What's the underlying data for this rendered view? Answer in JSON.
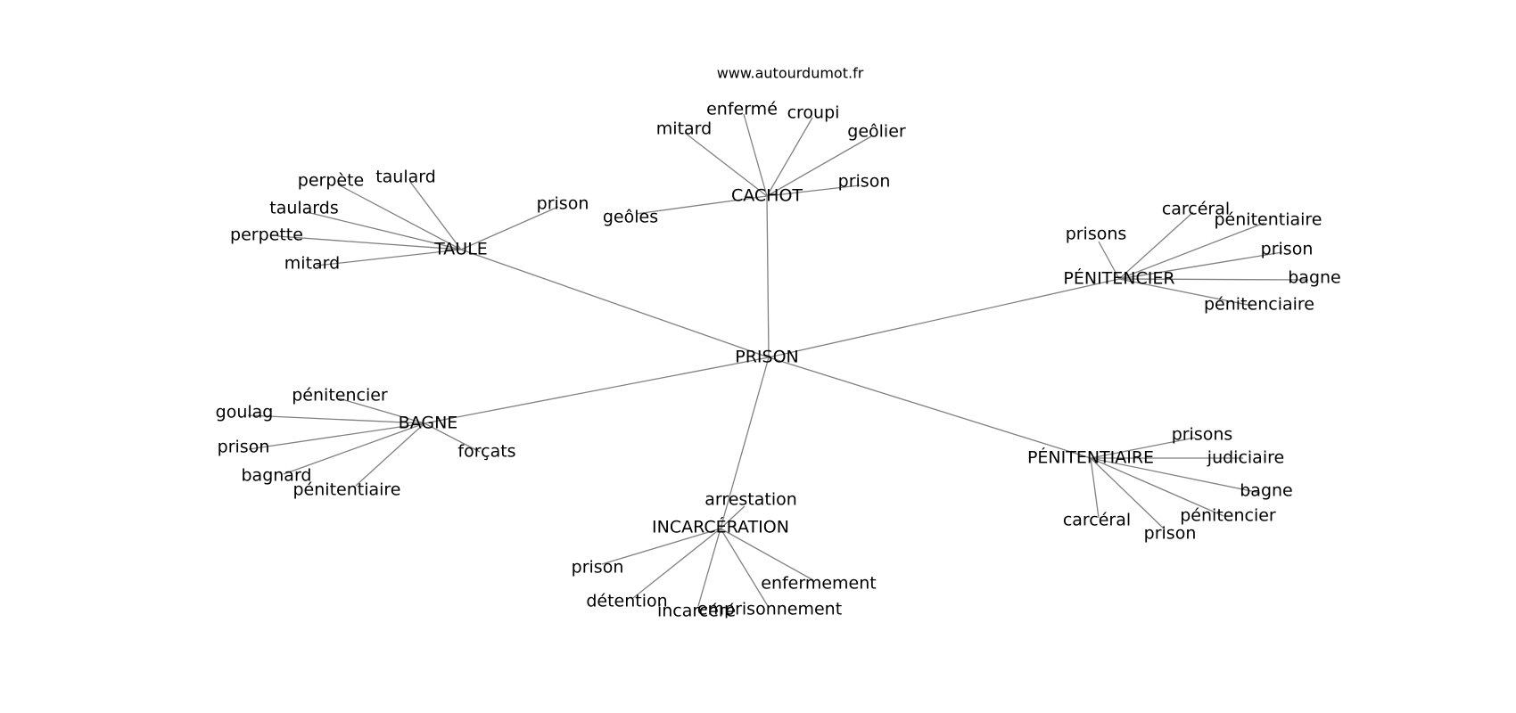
{
  "site": "www.autourdumot.fr",
  "colors": {
    "edge": "#808080",
    "text": "#000000",
    "background": "#ffffff"
  },
  "graph": {
    "root": "PRISON",
    "clusters": [
      {
        "hub": "TAULE",
        "words": [
          "perpète",
          "taulard",
          "taulards",
          "perpette",
          "mitard",
          "prison"
        ]
      },
      {
        "hub": "CACHOT",
        "words": [
          "mitard",
          "enfermé",
          "croupi",
          "geôlier",
          "prison",
          "geôles"
        ]
      },
      {
        "hub": "PÉNITENCIER",
        "words": [
          "prisons",
          "carcéral",
          "pénitentiaire",
          "prison",
          "bagne",
          "pénitenciaire"
        ]
      },
      {
        "hub": "BAGNE",
        "words": [
          "pénitencier",
          "goulag",
          "prison",
          "bagnard",
          "pénitentiaire",
          "forçats"
        ]
      },
      {
        "hub": "PÉNITENTIAIRE",
        "words": [
          "prisons",
          "judiciaire",
          "bagne",
          "pénitencier",
          "carcéral",
          "prison"
        ]
      },
      {
        "hub": "INCARCÉRATION",
        "words": [
          "arrestation",
          "prison",
          "détention",
          "incarcéré",
          "emprisonnement",
          "enfermement"
        ]
      }
    ]
  }
}
